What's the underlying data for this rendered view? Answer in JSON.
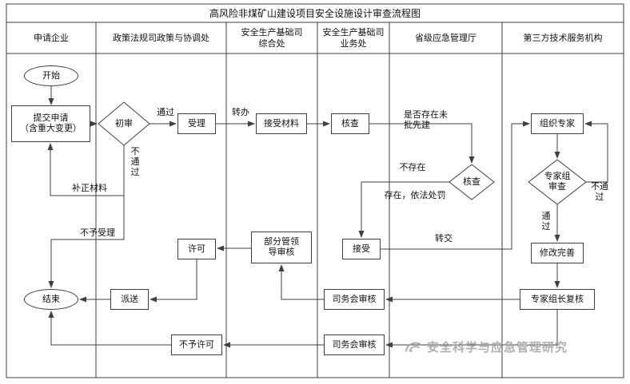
{
  "title": "高风险非煤矿山建设项目安全设施设计审查流程图",
  "lanes": [
    {
      "label": "申请企业"
    },
    {
      "label": "政策法规司政策与协调处"
    },
    {
      "label": "安全生产基础司\n综合处"
    },
    {
      "label": "安全生产基础司\n业务处"
    },
    {
      "label": "省级应急管理厅"
    },
    {
      "label": "第三方技术服务机构"
    }
  ],
  "nodes": {
    "start": {
      "label": "开始"
    },
    "submit": {
      "label": "提交申请\n（含重大变更）"
    },
    "initial_review": {
      "label": "初审"
    },
    "accept_case": {
      "label": "受理"
    },
    "receive_materials": {
      "label": "接受材料"
    },
    "check": {
      "label": "核查"
    },
    "check_decision": {
      "label": "核查"
    },
    "receive": {
      "label": "接受"
    },
    "organize_experts": {
      "label": "组织专家"
    },
    "expert_review": {
      "label": "专家组\n审查"
    },
    "modify": {
      "label": "修改完善"
    },
    "leader_recheck": {
      "label": "专家组长复核"
    },
    "council_review_1": {
      "label": "司务会审核"
    },
    "dept_leader_review": {
      "label": "部分管领\n导审核"
    },
    "permit": {
      "label": "许可"
    },
    "dispatch": {
      "label": "派送"
    },
    "end": {
      "label": "结束"
    },
    "no_permit": {
      "label": "不予许可"
    },
    "council_review_2": {
      "label": "司务会审核"
    }
  },
  "edge_labels": {
    "pass_1": "通过",
    "fail_1": "不通过",
    "supplement": "补正材料",
    "not_accepted": "不予受理",
    "transfer": "转办",
    "unapproved_question": "是否存在未\n批先建",
    "not_exist": "不存在",
    "exist_punish": "存在，依法处罚",
    "forward": "转交",
    "pass_2": "通过",
    "fail_2": "不通过"
  },
  "watermark": {
    "text": "安全科学与应急管理研究"
  }
}
